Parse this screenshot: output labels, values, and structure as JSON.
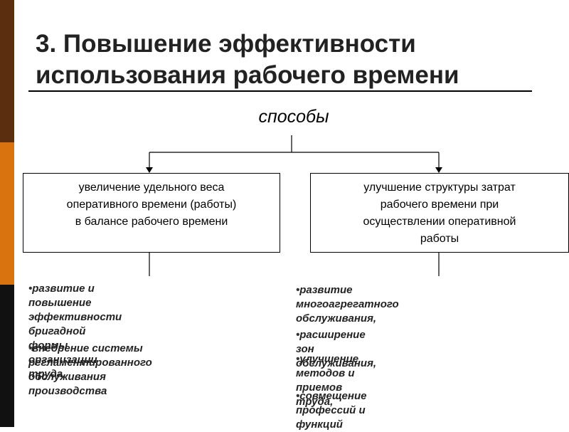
{
  "title": {
    "line1": "3. Повышение эффективности",
    "line2": "использования рабочего времени"
  },
  "methods_label": "способы",
  "boxes": {
    "left": [
      "увеличение удельного веса",
      "оперативного времени (работы)",
      "в балансе рабочего времени"
    ],
    "right": [
      "улучшение структуры затрат",
      "рабочего времени при",
      "осуществлении оперативной",
      "работы"
    ]
  },
  "left_items": [
    "развитие и повышение\nэффективности бригадной\nформы организации труда,",
    "внедрение системы\nрегламентированного\nобслуживания производства"
  ],
  "right_items": [
    "развитие многоагрегатного\nобслуживания,",
    "расширение зон обслуживания,",
    "улучшение методов и приемов\nтруда,",
    "совмещение профессий и функций"
  ],
  "bullet_symbol": "•",
  "colors": {
    "strip_top": "#5a2e0e",
    "strip_middle": "#d8730f",
    "strip_bottom": "#111111"
  }
}
